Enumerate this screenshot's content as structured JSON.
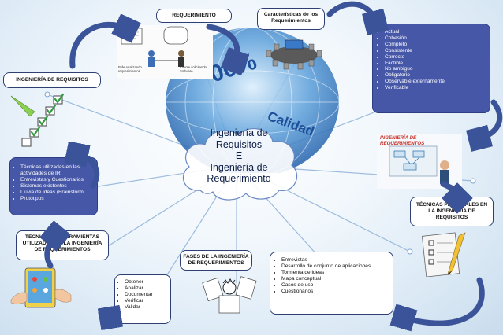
{
  "center": {
    "line1": "Ingeniería de",
    "line2": "Requisitos",
    "line3": "E",
    "line4": "Ingeniería de",
    "line5": "Requerimiento"
  },
  "globe": {
    "label_percent": "00%",
    "label_quality": "Calidad"
  },
  "requerimiento": {
    "title": "REQUERIMIENTO"
  },
  "caracteristicas": {
    "title": "Características de los Requerimientos",
    "items": [
      "Actual",
      "Cohesión",
      "Completo",
      "Consistente",
      "Correcto",
      "Factible",
      "No ambiguo",
      "Obligatorio",
      "Observable externamente",
      "Verificable"
    ]
  },
  "ing_requisitos": {
    "title": "INGENIERÍA DE REQUISITOS"
  },
  "tecnicas_list": {
    "items": [
      "Técnicas utilizadas en las actividades de IR",
      "Entrevistas y Cuestionarios",
      "Sistemas existentes",
      "Lluvia de ideas (Brainstorm",
      "Prototipos"
    ]
  },
  "tecnicas_herr": {
    "title": "TÉCNICAS Y HERRAMIENTAS UTILIZADAS EN LA INGENIERÍA DE REQUERIMIENTOS"
  },
  "ing_req_image": {
    "title": "INGENIERÍA DE REQUERIMIENTOS"
  },
  "tecnicas_principales": {
    "title": "TÉCNICAS PRINCIPALES EN LA INGENIERÍA DE REQUISITOS"
  },
  "tecnicas_principales_list": {
    "items": [
      "Entrevistas",
      "Desarrollo de conjunto de aplicaciones",
      "Tormenta de ideas",
      "Mapa conceptual",
      "Casos de uso",
      "Cuestionarios"
    ]
  },
  "fases": {
    "title": "FASES DE LA INGENIERÍA DE REQUERIMIENTOS",
    "items": [
      "Obtener",
      "Analizar",
      "Documentar",
      "Verificar",
      "Validar"
    ]
  },
  "sketch_labels": {
    "left": "Pide analizando requerimientos",
    "right": "Cliente solicitando Software"
  },
  "colors": {
    "dark_box": "#4657a8",
    "arrow": "#3b5398",
    "center_text": "#0d1d46"
  }
}
